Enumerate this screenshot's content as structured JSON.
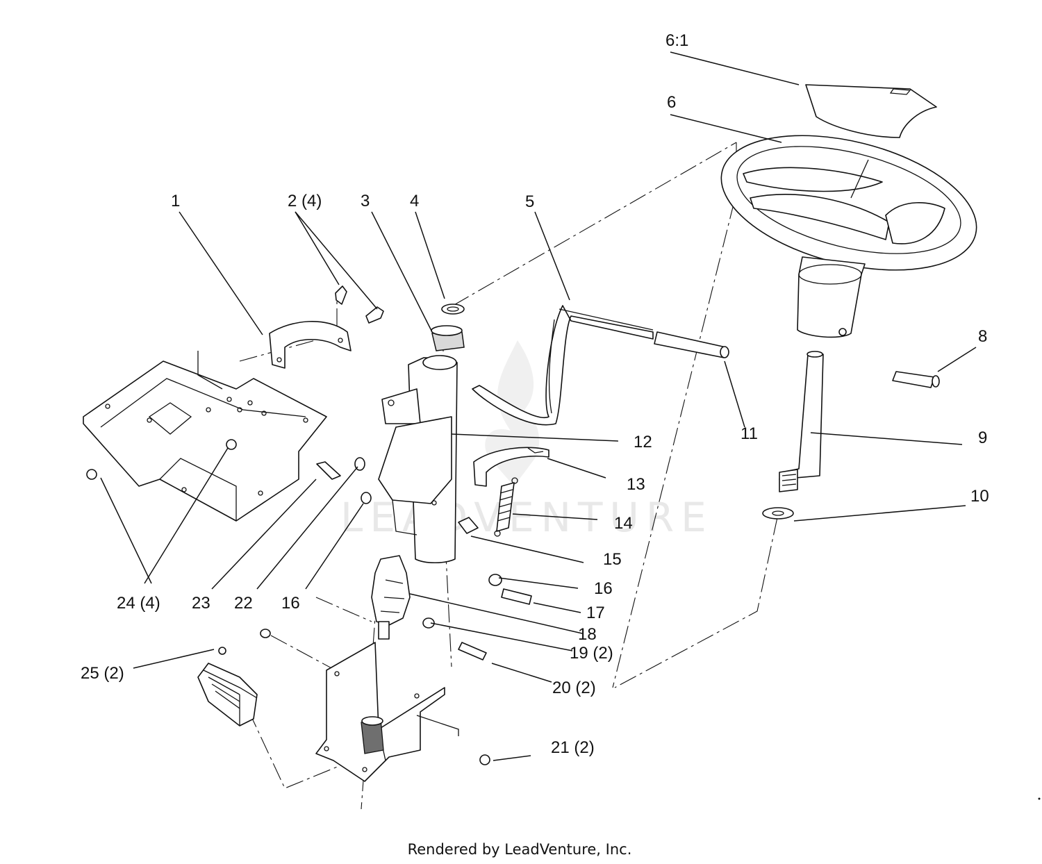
{
  "diagram": {
    "callouts": {
      "c1": "1",
      "c2": "2 (4)",
      "c3": "3",
      "c4": "4",
      "c5": "5",
      "c6": "6",
      "c6_1": "6:1",
      "c8": "8",
      "c9": "9",
      "c10": "10",
      "c11": "11",
      "c12": "12",
      "c13": "13",
      "c14": "14",
      "c15": "15",
      "c16a": "16",
      "c16b": "16",
      "c17": "17",
      "c18": "18",
      "c19": "19 (2)",
      "c20": "20 (2)",
      "c21": "21 (2)",
      "c22": "22",
      "c23": "23",
      "c24": "24 (4)",
      "c25": "25 (2)"
    },
    "watermark": "LEADVENTURE",
    "credit": "Rendered by LeadVenture, Inc."
  }
}
